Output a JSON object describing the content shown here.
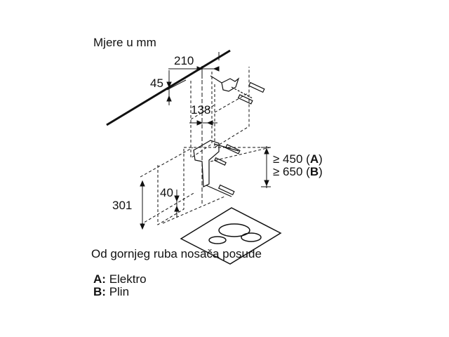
{
  "header": {
    "title": "Mjere u mm"
  },
  "dimensions": {
    "d210": "210",
    "d45": "45",
    "d138": "138",
    "d40": "40",
    "d301": "301",
    "min_a_prefix": "≥ 450 (",
    "min_a_letter": "A",
    "min_b_prefix": "≥ 650 (",
    "min_b_letter": "B",
    "close_paren": ")"
  },
  "note": "Od gornjeg ruba nosača posude",
  "legend": [
    {
      "key": "A:",
      "label": "Elektro"
    },
    {
      "key": "B:",
      "label": "Plin"
    }
  ]
}
